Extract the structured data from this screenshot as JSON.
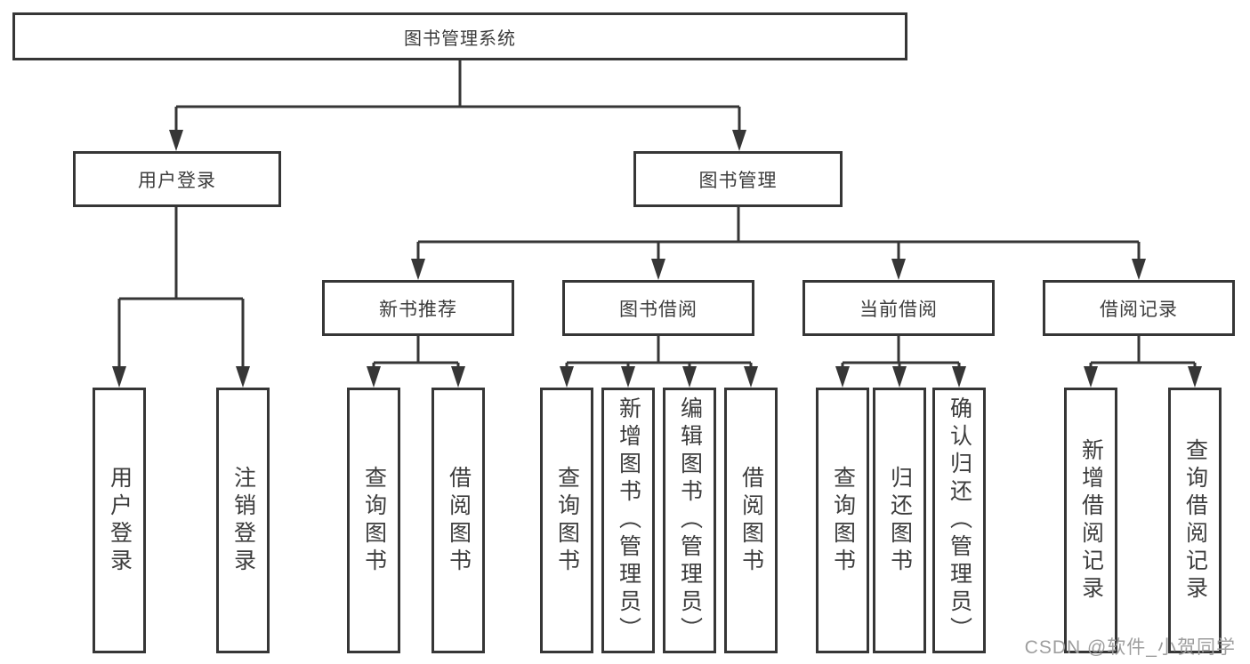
{
  "diagram": {
    "root": "图书管理系统",
    "level1": {
      "user_login": "用户登录",
      "book_mgmt": "图书管理"
    },
    "level2": {
      "new_books": "新书推荐",
      "book_borrow": "图书借阅",
      "current_borrow": "当前借阅",
      "borrow_records": "借阅记录"
    },
    "leaves": {
      "user_login": [
        "用户登录",
        "注销登录"
      ],
      "new_books": [
        "查询图书",
        "借阅图书"
      ],
      "book_borrow": [
        "查询图书",
        "新增图书（管理员）",
        "编辑图书（管理员）",
        "借阅图书"
      ],
      "current_borrow": [
        "查询图书",
        "归还图书",
        "确认归还（管理员）"
      ],
      "borrow_records": [
        "新增借阅记录",
        "查询借阅记录"
      ]
    }
  },
  "watermark": "CSDN @软件_小贺同学",
  "colors": {
    "line": "#363636",
    "text": "#3d3d3d",
    "box_fill": "#ffffff",
    "watermark": "#9e9e9e",
    "background": "#ffffff"
  }
}
